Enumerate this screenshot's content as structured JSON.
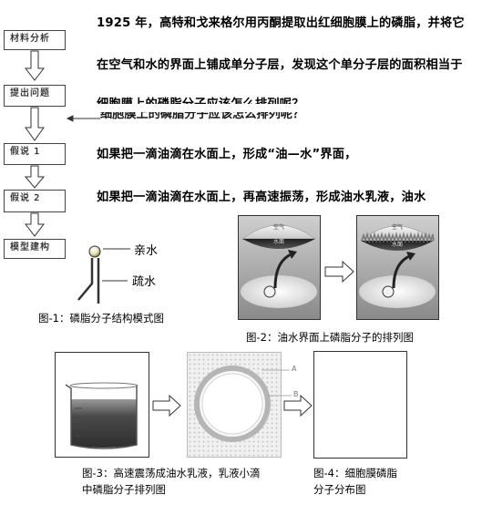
{
  "flowchart": {
    "boxes": [
      {
        "label": "材料分析"
      },
      {
        "label": "提出问题"
      },
      {
        "label": "假说 1"
      },
      {
        "label": "假说 2"
      },
      {
        "label": "模型建构"
      }
    ]
  },
  "passage": {
    "line1": "1925 年，高特和戈来格尔用丙酮提取出红细胞膜上的磷脂，并将它",
    "line2": "在空气和水的界面上铺成单分子层，发现这个单分子层的面积相当于",
    "line3": "细胞膜上的磷脂分子应该怎么排列呢？",
    "line4": "如果把一滴油滴在水面上，形成“油—水”界面，",
    "line5": "如果把一滴油滴在水面上，再高速振荡，形成油水乳液，油水"
  },
  "figure1": {
    "label_hydrophilic": "亲水",
    "label_hydrophobic": "疏水",
    "caption": "图-1：磷脂分子结构模式图"
  },
  "figure2": {
    "air_label_before": "空气",
    "water_label_before": "水面",
    "air_label_after": "空气",
    "water_label_after": "水面",
    "caption": "图-2：油水界面上磷脂分子的排列图"
  },
  "figure3": {
    "marker_a": "A",
    "marker_b": "B",
    "caption_line1": "图-3：高速震荡成油水乳液，乳液小滴",
    "caption_line2": "中磷脂分子排列图"
  },
  "figure4": {
    "caption_line1": "图-4：细胞膜磷脂",
    "caption_line2": "分子分布图"
  },
  "colors": {
    "panel_bg_top": "#d4d4d4",
    "panel_bg_bottom": "#6e6e6e",
    "air": "#e6e6e6",
    "water": "#3a3a3a",
    "beaker_liquid": "#4a4a4a",
    "emulsion_ring": "#b8b8b8"
  }
}
